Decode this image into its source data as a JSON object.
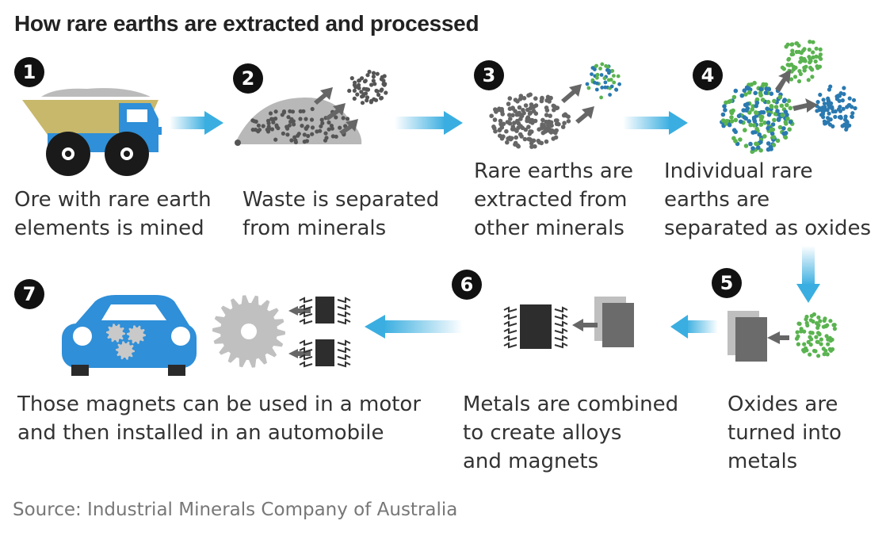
{
  "title": "How rare earths are extracted and processed",
  "colors": {
    "arrow": "#3aaee0",
    "truck_body": "#2f8fd8",
    "truck_bed": "#c8b86b",
    "car": "#2f8fd8",
    "green_dot": "#5ab350",
    "blue_dot": "#2a79b0",
    "gray": "#666666",
    "chip": "#333333"
  },
  "steps": [
    {
      "number": "1",
      "lines": [
        "Ore with rare earth",
        "elements is mined"
      ],
      "icon": "dump-truck-icon"
    },
    {
      "number": "2",
      "lines": [
        "Waste is separated",
        "from minerals"
      ],
      "icon": "ore-pile-icon"
    },
    {
      "number": "3",
      "lines": [
        "Rare earths are",
        "extracted from",
        "other minerals"
      ],
      "icon": "mineral-cluster-icon"
    },
    {
      "number": "4",
      "lines": [
        "Individual rare",
        "earths are",
        "separated as oxides"
      ],
      "icon": "oxide-clusters-icon"
    },
    {
      "number": "5",
      "lines": [
        "Oxides are",
        "turned into",
        "metals"
      ],
      "icon": "metal-sheets-icon"
    },
    {
      "number": "6",
      "lines": [
        "Metals are combined",
        "to create alloys",
        "and magnets"
      ],
      "icon": "magnet-chip-icon"
    },
    {
      "number": "7",
      "lines": [
        "Those magnets can be used in a motor",
        "and then installed in an automobile"
      ],
      "icon": "car-icon"
    }
  ],
  "source": "Source: Industrial Minerals Company of Australia"
}
